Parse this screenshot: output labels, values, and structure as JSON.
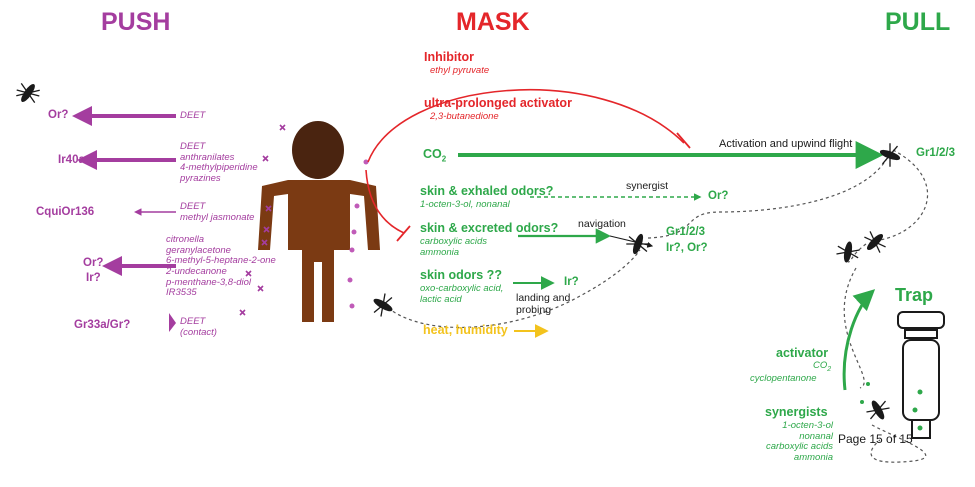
{
  "headers": {
    "push": "PUSH",
    "mask": "MASK",
    "pull": "PULL"
  },
  "push": {
    "receptors": [
      "Or?",
      "Ir40a",
      "CquiOr136",
      "Or?",
      "Ir?",
      "Gr33a/Gr?"
    ],
    "compound_groups": [
      [
        "DEET"
      ],
      [
        "DEET",
        "anthranilates",
        "4-methylpiperidine",
        "pyrazines"
      ],
      [
        "DEET",
        "methyl jasmonate"
      ],
      [
        "citronella",
        "geranylacetone",
        "6-methyl-5-heptane-2-one",
        "2-undecanone",
        "p-menthane-3,8-diol",
        "IR3535"
      ],
      [
        "DEET",
        "(contact)"
      ]
    ]
  },
  "mask": {
    "inhibitor_title": "Inhibitor",
    "inhibitor_compound": "ethyl pyruvate",
    "activator_title": "ultra-prolonged activator",
    "activator_compound": "2,3-butanedione",
    "co2": "CO",
    "co2_sub": "2",
    "activation_text": "Activation and upwind flight",
    "gr_top": "Gr1/2/3",
    "exhaled_title": "skin & exhaled odors?",
    "exhaled_compounds": "1-octen-3-ol, nonanal",
    "synergist": "synergist",
    "exhaled_receptor": "Or?",
    "excreted_title": "skin & excreted odors?",
    "excreted_compounds": [
      "carboxylic acids",
      "ammonia"
    ],
    "navigation": "navigation",
    "excreted_receptors": [
      "Gr1/2/3",
      "Ir?, Or?"
    ],
    "skin_title": "skin odors ??",
    "skin_compounds": [
      "oxo-carboxylic acid,",
      "lactic acid"
    ],
    "skin_receptor": "Ir?",
    "landing": [
      "landing and",
      "probing"
    ],
    "heat": "heat, humidity"
  },
  "pull": {
    "trap": "Trap",
    "activator_title": "activator",
    "activator_co2": "CO",
    "activator_co2_sub": "2",
    "activator_compound": "cyclopentanone",
    "synergists_title": "synergists",
    "synergists": [
      "1-octen-3-ol",
      "nonanal",
      "carboxylic acids",
      "ammonia"
    ],
    "page_label": "Page 15 of 15"
  },
  "colors": {
    "push": "#a43d9f",
    "mask": "#e4262a",
    "pull": "#2ea84a",
    "heat": "#f3c31d",
    "human": "#7b3a13",
    "human_head": "#4a2410"
  }
}
